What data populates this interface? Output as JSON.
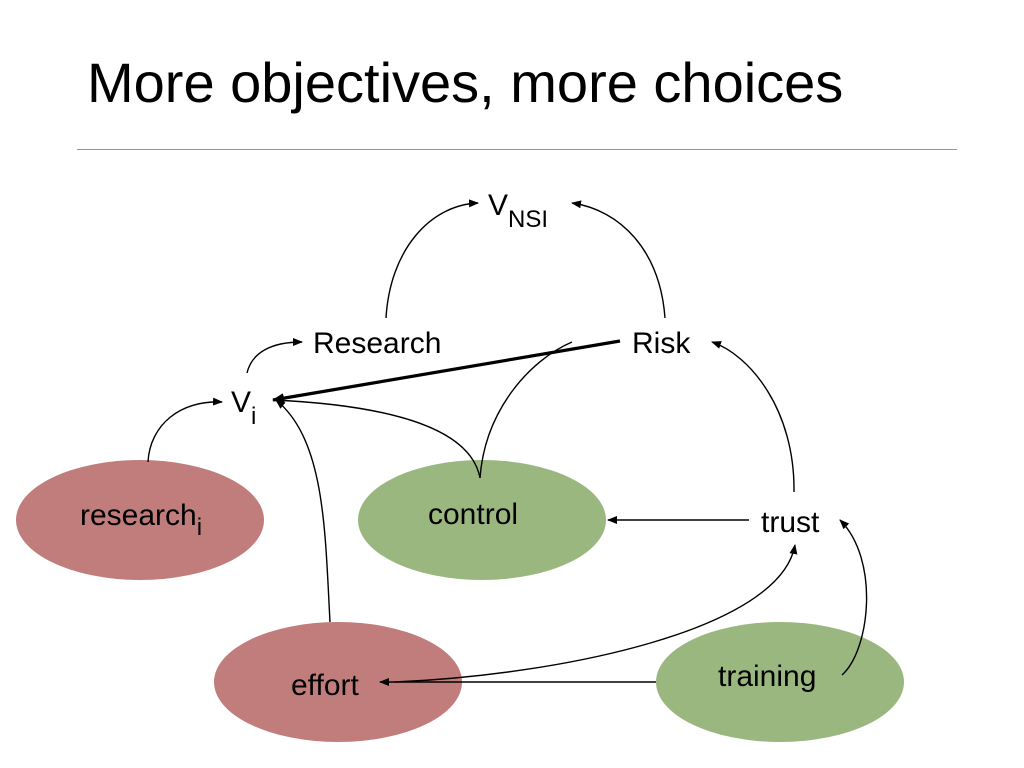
{
  "slide": {
    "title": "More objectives, more choices"
  },
  "colors": {
    "rule": "#c9826b",
    "red_node": "#c17d7b",
    "green_node": "#9bb780",
    "edge": "#000000"
  },
  "nodes": {
    "v_nsi": {
      "base": "V",
      "sub": "NSI"
    },
    "research": {
      "label": "Research"
    },
    "risk": {
      "label": "Risk"
    },
    "v_i": {
      "base": "V",
      "sub": "i"
    },
    "research_i": {
      "base": "research",
      "sub": "i"
    },
    "control": {
      "label": "control"
    },
    "trust": {
      "label": "trust"
    },
    "effort": {
      "label": "effort"
    },
    "training": {
      "label": "training"
    }
  }
}
